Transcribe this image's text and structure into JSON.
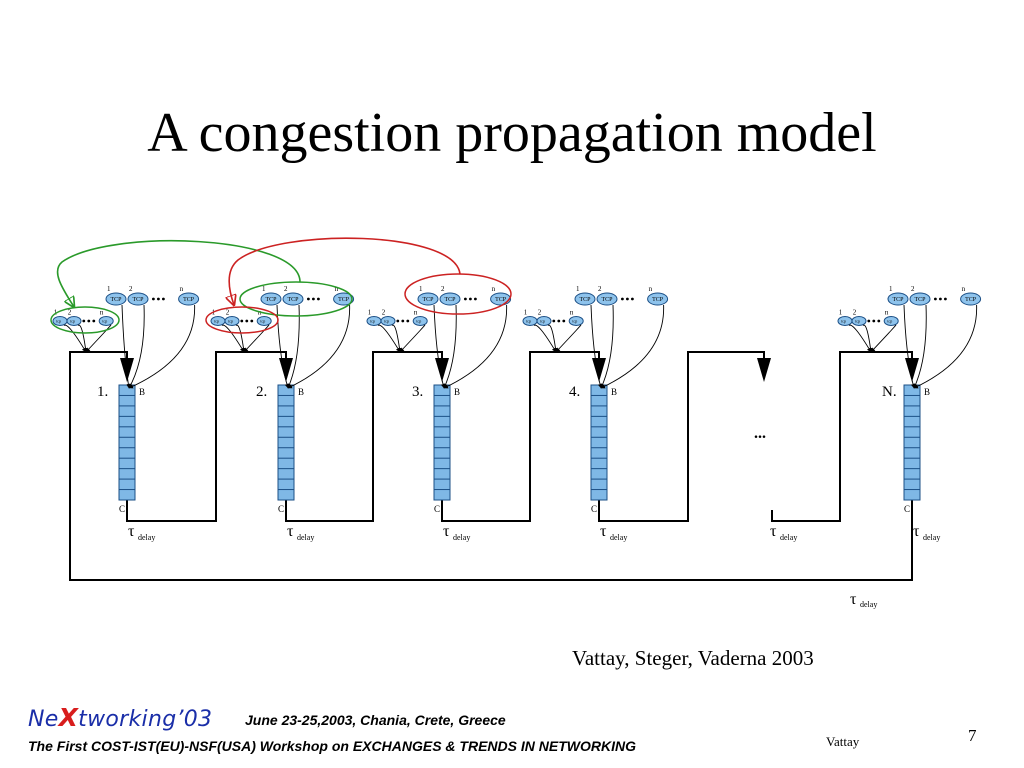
{
  "slide": {
    "title": "A congestion propagation model",
    "citation": "Vattay, Steger, Vaderna 2003",
    "page_number": "7"
  },
  "diagram": {
    "router_labels": [
      "1.",
      "2.",
      "3.",
      "4.",
      "N."
    ],
    "ellipsis": "...",
    "buffer_top_label": "B",
    "buffer_bottom_label": "C",
    "delay_symbol": "τ",
    "delay_subscript": "delay",
    "flow_label": "TCP",
    "small_flow_label": "tcp",
    "flow_index_labels": [
      "1",
      "2",
      "n"
    ],
    "colors": {
      "buffer_fill": "#7fb8e6",
      "flow_fill": "#8ec3ec",
      "green_loop": "#2a9a2a",
      "red_loop": "#cc2222"
    }
  },
  "footer": {
    "logo_prefix": "Ne",
    "logo_x": "X",
    "logo_suffix": "tworking’03",
    "dates_location": "June 23-25,2003, Chania, Crete, Greece",
    "workshop": "The First COST-IST(EU)-NSF(USA) Workshop on EXCHANGES & TRENDS IN NETWORKING",
    "author": "Vattay"
  }
}
